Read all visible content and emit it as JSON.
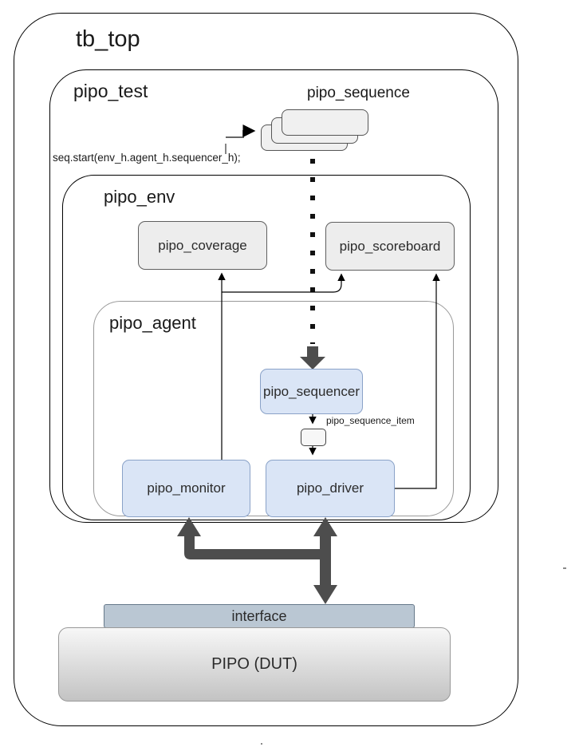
{
  "containers": {
    "tb_top": {
      "label": "tb_top"
    },
    "pipo_test": {
      "label": "pipo_test"
    },
    "pipo_env": {
      "label": "pipo_env"
    },
    "pipo_agent": {
      "label": "pipo_agent"
    }
  },
  "nodes": {
    "sequence": {
      "label": "pipo_sequence"
    },
    "coverage": {
      "label": "pipo_coverage"
    },
    "scoreboard": {
      "label": "pipo_scoreboard"
    },
    "sequencer": {
      "label": "pipo_sequencer"
    },
    "sequence_item": {
      "label": "pipo_sequence_item"
    },
    "monitor": {
      "label": "pipo_monitor"
    },
    "driver": {
      "label": "pipo_driver"
    },
    "interface": {
      "label": "interface"
    },
    "dut": {
      "label": "PIPO (DUT)"
    }
  },
  "annotations": {
    "seq_start_call": "seq.start(env_h.agent_h.sequencer_h);"
  },
  "colors": {
    "node_blue_fill": "#dae5f6",
    "node_blue_border": "#8aa2c8",
    "node_gray_fill": "#ededed",
    "node_gray_border": "#5f5f5f",
    "interface_fill": "#bac7d3",
    "interface_border": "#66798a",
    "dut_fill_top": "#f7f7f7",
    "dut_fill_bottom": "#c3c3c3",
    "thick_arrow": "#4d4d4d",
    "line": "#000000"
  }
}
